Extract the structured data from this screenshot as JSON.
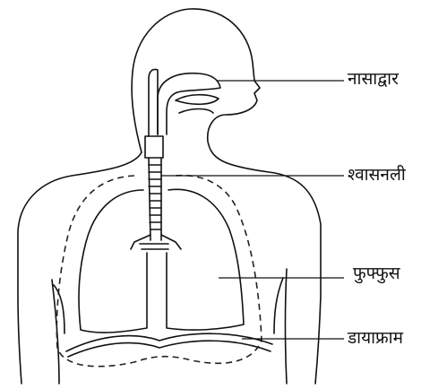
{
  "labels": {
    "nostril": "नासाद्वार",
    "trachea": "श्वासनली",
    "lungs": "फुफ्फुस",
    "diaphragm": "डायाफ्राम"
  }
}
